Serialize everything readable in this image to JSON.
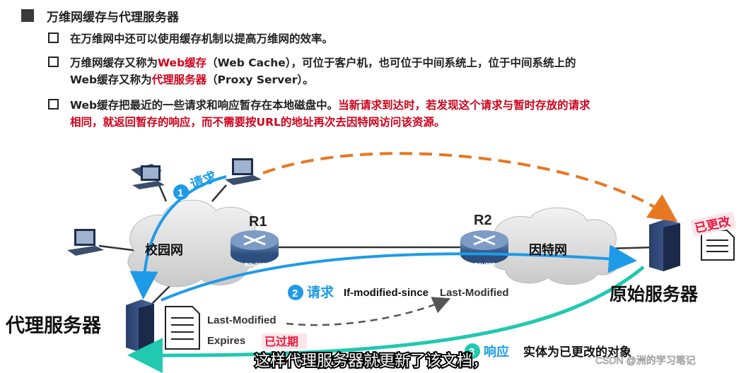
{
  "heading": "万维网缓存与代理服务器",
  "bullets": [
    {
      "pre": "在万维网中还可以使用缓存机制以提高万维网的效率。"
    },
    {
      "l1a": "万维网缓存又称为",
      "l1b": "Web缓存",
      "l1c": "（Web Cache），可位于客户机，也可位于中间系统上，位于中间系统上的",
      "l2a": "Web缓存又称为",
      "l2b": "代理服务器",
      "l2c": "（Proxy Server）。"
    },
    {
      "l1a": "Web缓存把最近的一些请求和响应暂存在本地磁盘中。",
      "l1b": "当新请求到达时，若发现这个请求与暂时存放的请求",
      "l2b": "相同，就返回暂存的响应，而不需要按URL的地址再次去因特网访问该资源。"
    }
  ],
  "diagram": {
    "campus": "校园网",
    "internet": "因特网",
    "r1": "R1",
    "r2": "R2",
    "router_tag": "ROUTER",
    "proxy": "代理服务器",
    "origin": "原始服务器",
    "changed": "已更改",
    "expired": "已过期",
    "step1_num": "1",
    "step1_label": "请求",
    "step2_num": "2",
    "step2_label": "请求",
    "step2_h1": "If-modified-since",
    "step2_h2": "Last-Modified",
    "step3_num": "3",
    "step3_label": "响应",
    "step3_desc": "实体为已更改的对象",
    "lm": "Last-Modified",
    "expires": "Expires",
    "subtitle": "这样代理服务器就更新了该文档，",
    "watermark": "CSDN @洲的学习笔记"
  },
  "colors": {
    "red": "#d0021b",
    "blue": "#1e9be8",
    "orange": "#e87722",
    "teal": "#20c9b0"
  }
}
